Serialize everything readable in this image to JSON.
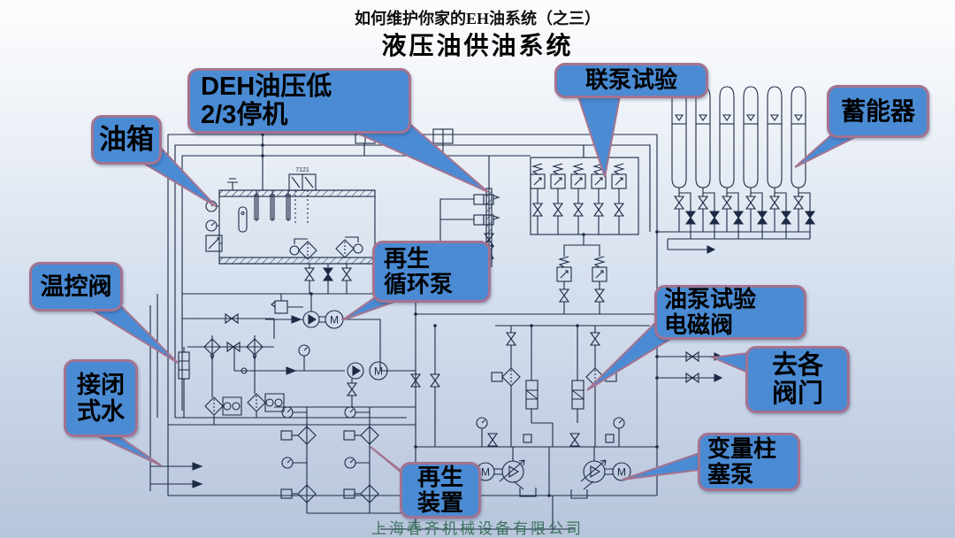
{
  "header": {
    "subtitle": "如何维护你家的EH油系统（之三）",
    "title": "液压油供油系统"
  },
  "footer": {
    "company": "上海春齐机械设备有限公司"
  },
  "callouts": {
    "oil_tank": "油箱",
    "deh_low_pressure": "DEH油压低\n2/3停机",
    "pump_joint_test": "联泵试验",
    "accumulator": "蓄能器",
    "temp_control_valve": "温控阀",
    "closed_water": "接闭\n式水",
    "regen_circ_pump": "再生\n循环泵",
    "pump_test_solenoid": "油泵试验\n电磁阀",
    "to_valves": "去各\n阀门",
    "regen_device": "再生\n装置",
    "variable_piston_pump": "变量柱\n塞泵"
  },
  "diagram": {
    "motor_label": "M",
    "tank_filter_label": "7121"
  },
  "colors": {
    "callout_fill": "#4a8bd4",
    "callout_border": "#a4738f",
    "schematic_line": "#1d2a45",
    "footer_text": "#2e6b4e"
  }
}
